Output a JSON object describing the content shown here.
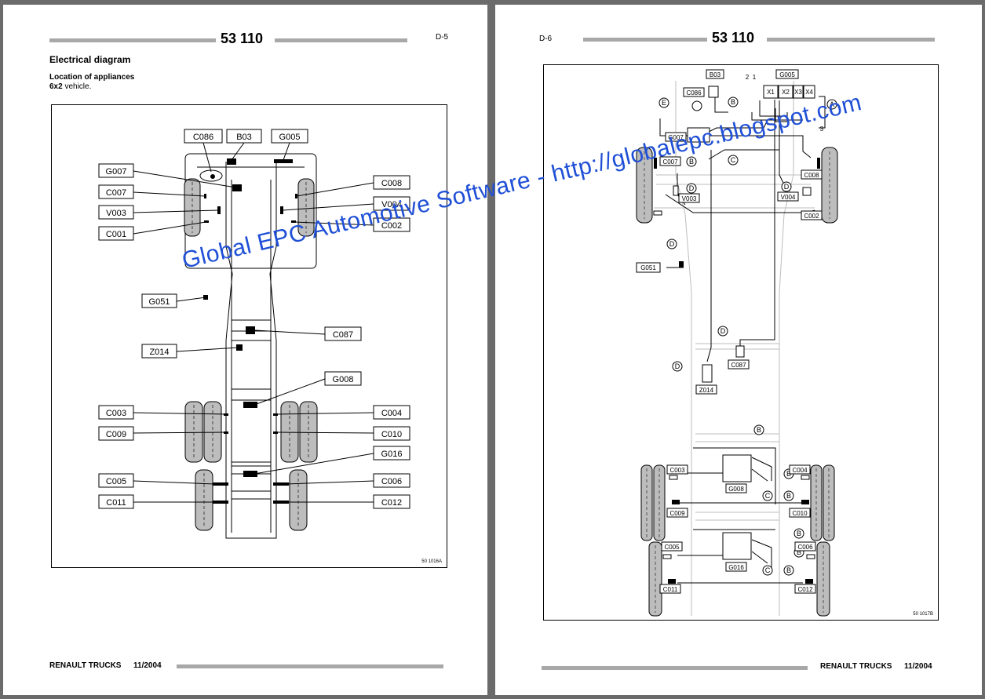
{
  "left_page": {
    "title": "53 110",
    "page_code": "D-5",
    "heading": "Electrical diagram",
    "subheading": "Location of appliances",
    "vehicle_bold": "6x2",
    "vehicle_text": " vehicle.",
    "figure_ref": "50 1016A",
    "footer_brand": "RENAULT TRUCKS",
    "footer_date": "11/2004",
    "labels_top": [
      "C086",
      "B03",
      "G005"
    ],
    "labels_left": [
      "G007",
      "C007",
      "V003",
      "C001",
      "G051",
      "Z014",
      "C003",
      "C009",
      "C005",
      "C011"
    ],
    "labels_right": [
      "C008",
      "V004",
      "C002",
      "C087",
      "G008",
      "C004",
      "C010",
      "G016",
      "C006",
      "C012"
    ]
  },
  "right_page": {
    "title": "53 110",
    "page_code": "D-6",
    "figure_ref": "50 1017B",
    "footer_brand": "RENAULT TRUCKS",
    "footer_date": "11/2004",
    "labels": [
      "B03",
      "G005",
      "C086",
      "G007",
      "C007",
      "V003",
      "C008",
      "V004",
      "C002",
      "G051",
      "C087",
      "Z014",
      "C003",
      "G008",
      "C004",
      "C009",
      "C010",
      "C005",
      "G016",
      "C006",
      "C011",
      "C012"
    ],
    "connectors": [
      "X1",
      "X2",
      "X3",
      "X4"
    ],
    "pins": [
      "2",
      "1",
      "3"
    ],
    "callouts": [
      "A",
      "B",
      "C",
      "D",
      "E"
    ]
  },
  "watermark": "Global EPC Automotive Software - http://globalepc.blogspot.com",
  "colors": {
    "watermark": "#1f4fd6",
    "background": "#6b6b6b",
    "rule": "#a8a8a8"
  }
}
